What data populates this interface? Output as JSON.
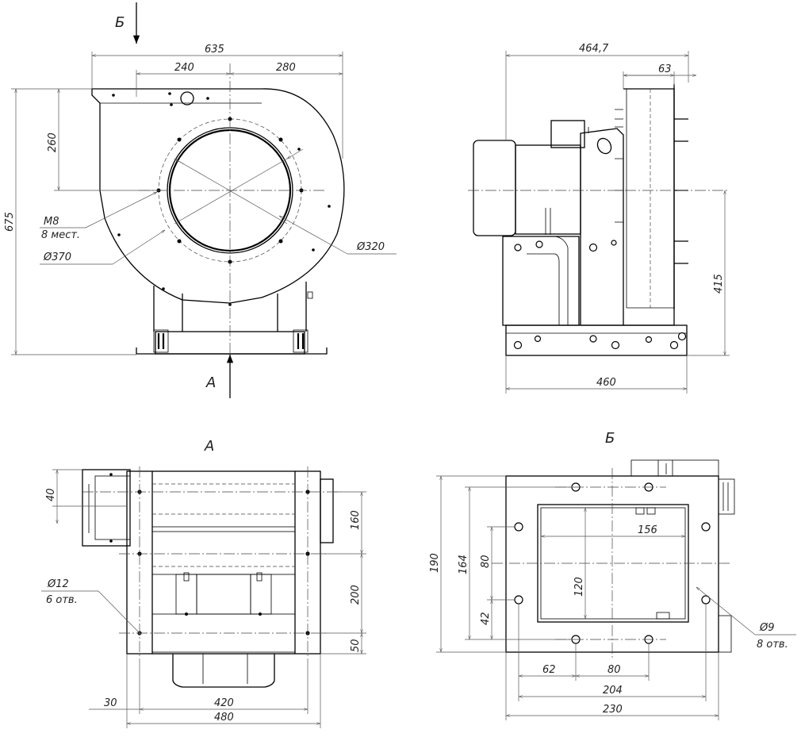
{
  "views": {
    "front": {
      "dims": {
        "width_total": "635",
        "left": "240",
        "right": "280",
        "height_total": "675",
        "height_top": "260"
      },
      "callouts": {
        "thread": "M8",
        "thread_qty": "8 мест.",
        "bolt_circle": "Ø370",
        "inlet_dia": "Ø320"
      },
      "arrows": {
        "top": "Б",
        "bottom": "A"
      }
    },
    "side": {
      "dims": {
        "depth_total": "464,7",
        "flange": "63",
        "shaft_height": "415",
        "base": "460"
      }
    },
    "view_a": {
      "title": "A",
      "dims": {
        "top_offset": "40",
        "h1": "160",
        "h2": "200",
        "h3": "50",
        "w_inner": "420",
        "w_outer": "480",
        "edge": "30"
      },
      "callouts": {
        "hole_dia": "Ø12",
        "hole_qty": "6 отв."
      }
    },
    "view_b": {
      "title": "Б",
      "dims": {
        "h_outer": "190",
        "h_holes": "164",
        "h_a": "80",
        "h_b": "42",
        "h_open": "120",
        "w_open": "156",
        "w_a": "62",
        "w_b": "80",
        "w_holes": "204",
        "w_outer": "230"
      },
      "callouts": {
        "hole_dia": "Ø9",
        "hole_qty": "8 отв."
      }
    }
  }
}
